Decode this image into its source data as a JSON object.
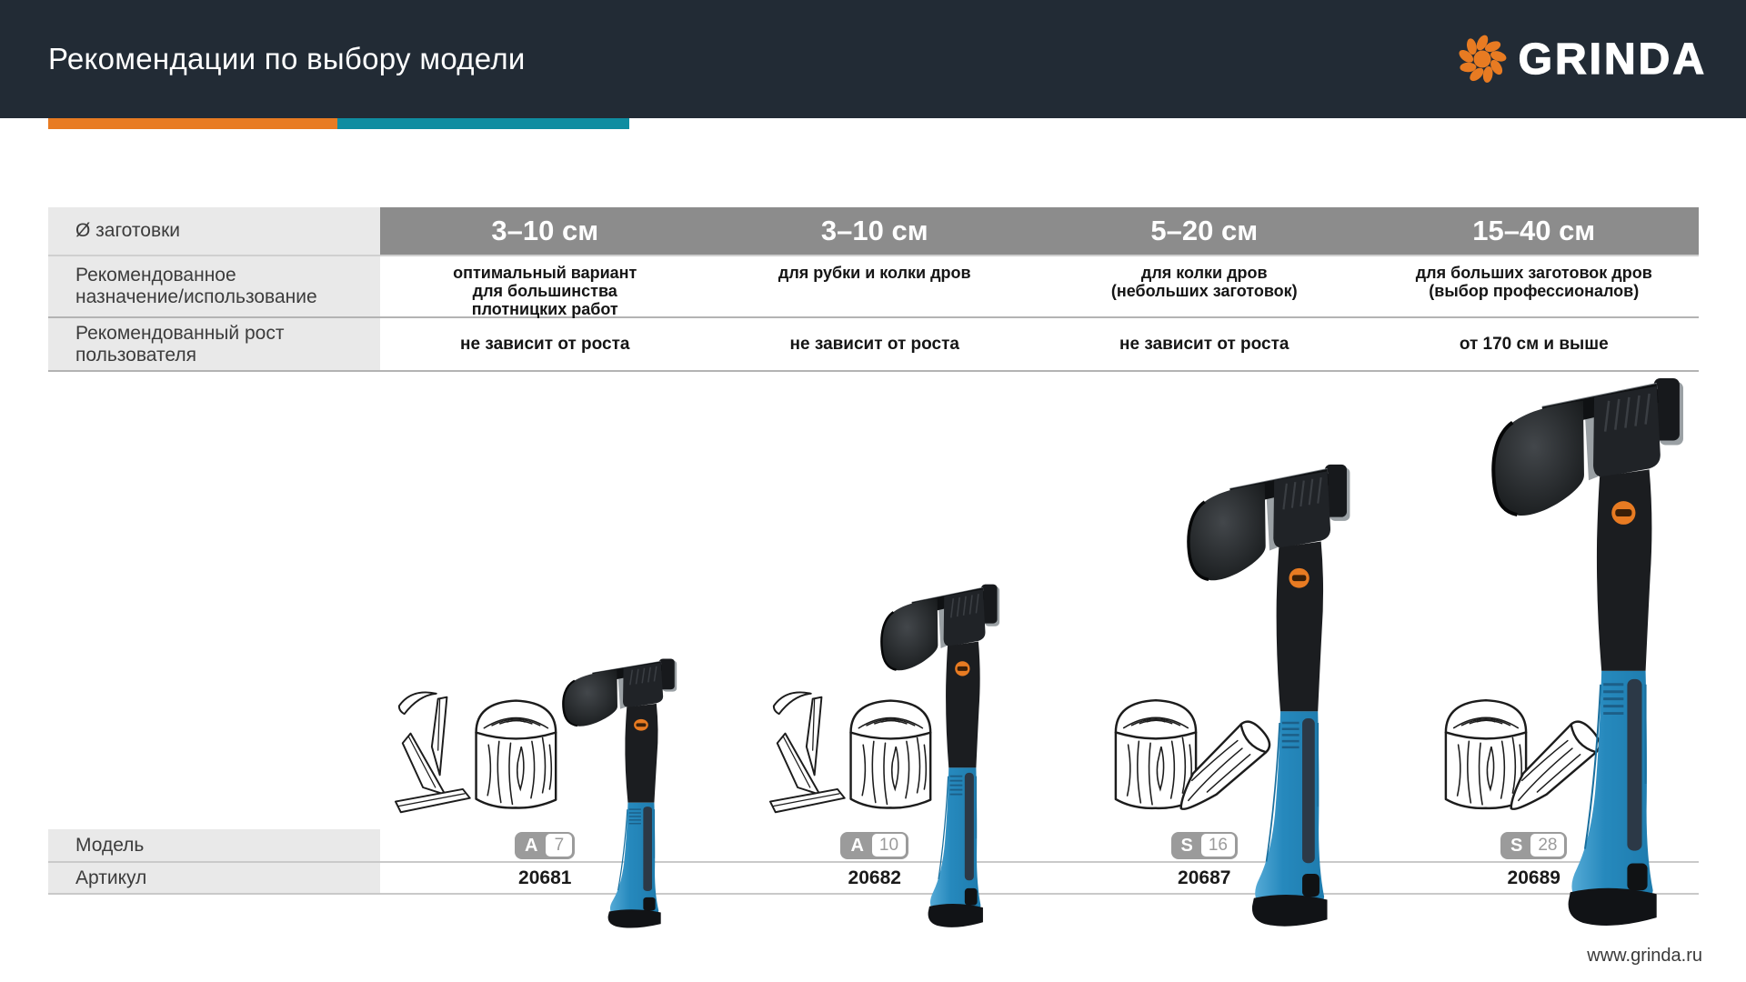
{
  "header": {
    "title": "Рекомендации по выбору модели",
    "brand": "GRINDA",
    "accent_orange": "#e87b22",
    "accent_teal": "#0f8da1"
  },
  "icons": {
    "brand_flower": "grinda-flower-icon",
    "axe": "axe-illustration",
    "wood": "wood-log-illustration"
  },
  "table": {
    "row_labels": {
      "size": "Ø заготовки",
      "purpose": "Рекомендованное\nназначение/использование",
      "height": "Рекомендованный рост\nпользователя",
      "model": "Модель",
      "sku": "Артикул"
    },
    "columns": [
      {
        "size": "3–10 см",
        "purpose": "оптимальный вариант\nдля большинства\nплотницких работ",
        "height": "не зависит от роста",
        "model_letter": "A",
        "model_number": "7",
        "sku": "20681"
      },
      {
        "size": "3–10 см",
        "purpose": "для рубки и колки дров",
        "height": "не зависит от роста",
        "model_letter": "A",
        "model_number": "10",
        "sku": "20682"
      },
      {
        "size": "5–20 см",
        "purpose": "для колки дров\n(небольших заготовок)",
        "height": "не зависит от роста",
        "model_letter": "S",
        "model_number": "16",
        "sku": "20687"
      },
      {
        "size": "15–40 см",
        "purpose": "для больших заготовок дров\n(выбор профессионалов)",
        "height": "от 170 см и выше",
        "model_letter": "S",
        "model_number": "28",
        "sku": "20689"
      }
    ]
  },
  "footer": {
    "link": "www.grinda.ru"
  }
}
